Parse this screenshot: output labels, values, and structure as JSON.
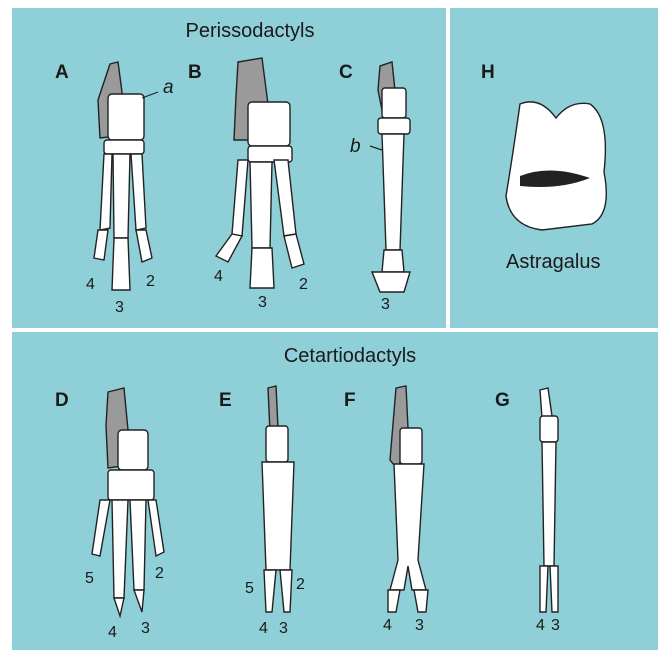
{
  "perissodactyls": {
    "title": "Perissodactyls",
    "figures": {
      "A": {
        "letter": "A",
        "label_a": "a",
        "digits": [
          "4",
          "3",
          "2"
        ]
      },
      "B": {
        "letter": "B",
        "digits": [
          "4",
          "3",
          "2"
        ]
      },
      "C": {
        "letter": "C",
        "label_b": "b",
        "digits": [
          "3"
        ]
      }
    }
  },
  "astragalus_panel": {
    "letter": "H",
    "caption": "Astragalus"
  },
  "cetartiodactyls": {
    "title": "Cetartiodactyls",
    "figures": {
      "D": {
        "letter": "D",
        "digits": [
          "5",
          "4",
          "3",
          "2"
        ]
      },
      "E": {
        "letter": "E",
        "digits": [
          "5",
          "4",
          "3",
          "2"
        ]
      },
      "F": {
        "letter": "F",
        "digits": [
          "4",
          "3"
        ]
      },
      "G": {
        "letter": "G",
        "digits": [
          "4",
          "3"
        ]
      }
    }
  },
  "colors": {
    "panel_bg": "#8fcfd8",
    "bone": "#ffffff",
    "highlight": "#9a9a9a"
  }
}
